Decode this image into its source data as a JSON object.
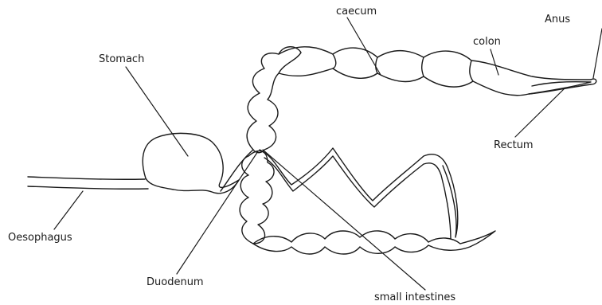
{
  "diagram": {
    "labels": {
      "caecum": "caecum",
      "anus": "Anus",
      "colon": "colon",
      "stomach": "Stomach",
      "rectum": "Rectum",
      "oesophagus": "Oesophagus",
      "duodenum": "Duodenum",
      "small_intestines": "small intestines"
    }
  }
}
